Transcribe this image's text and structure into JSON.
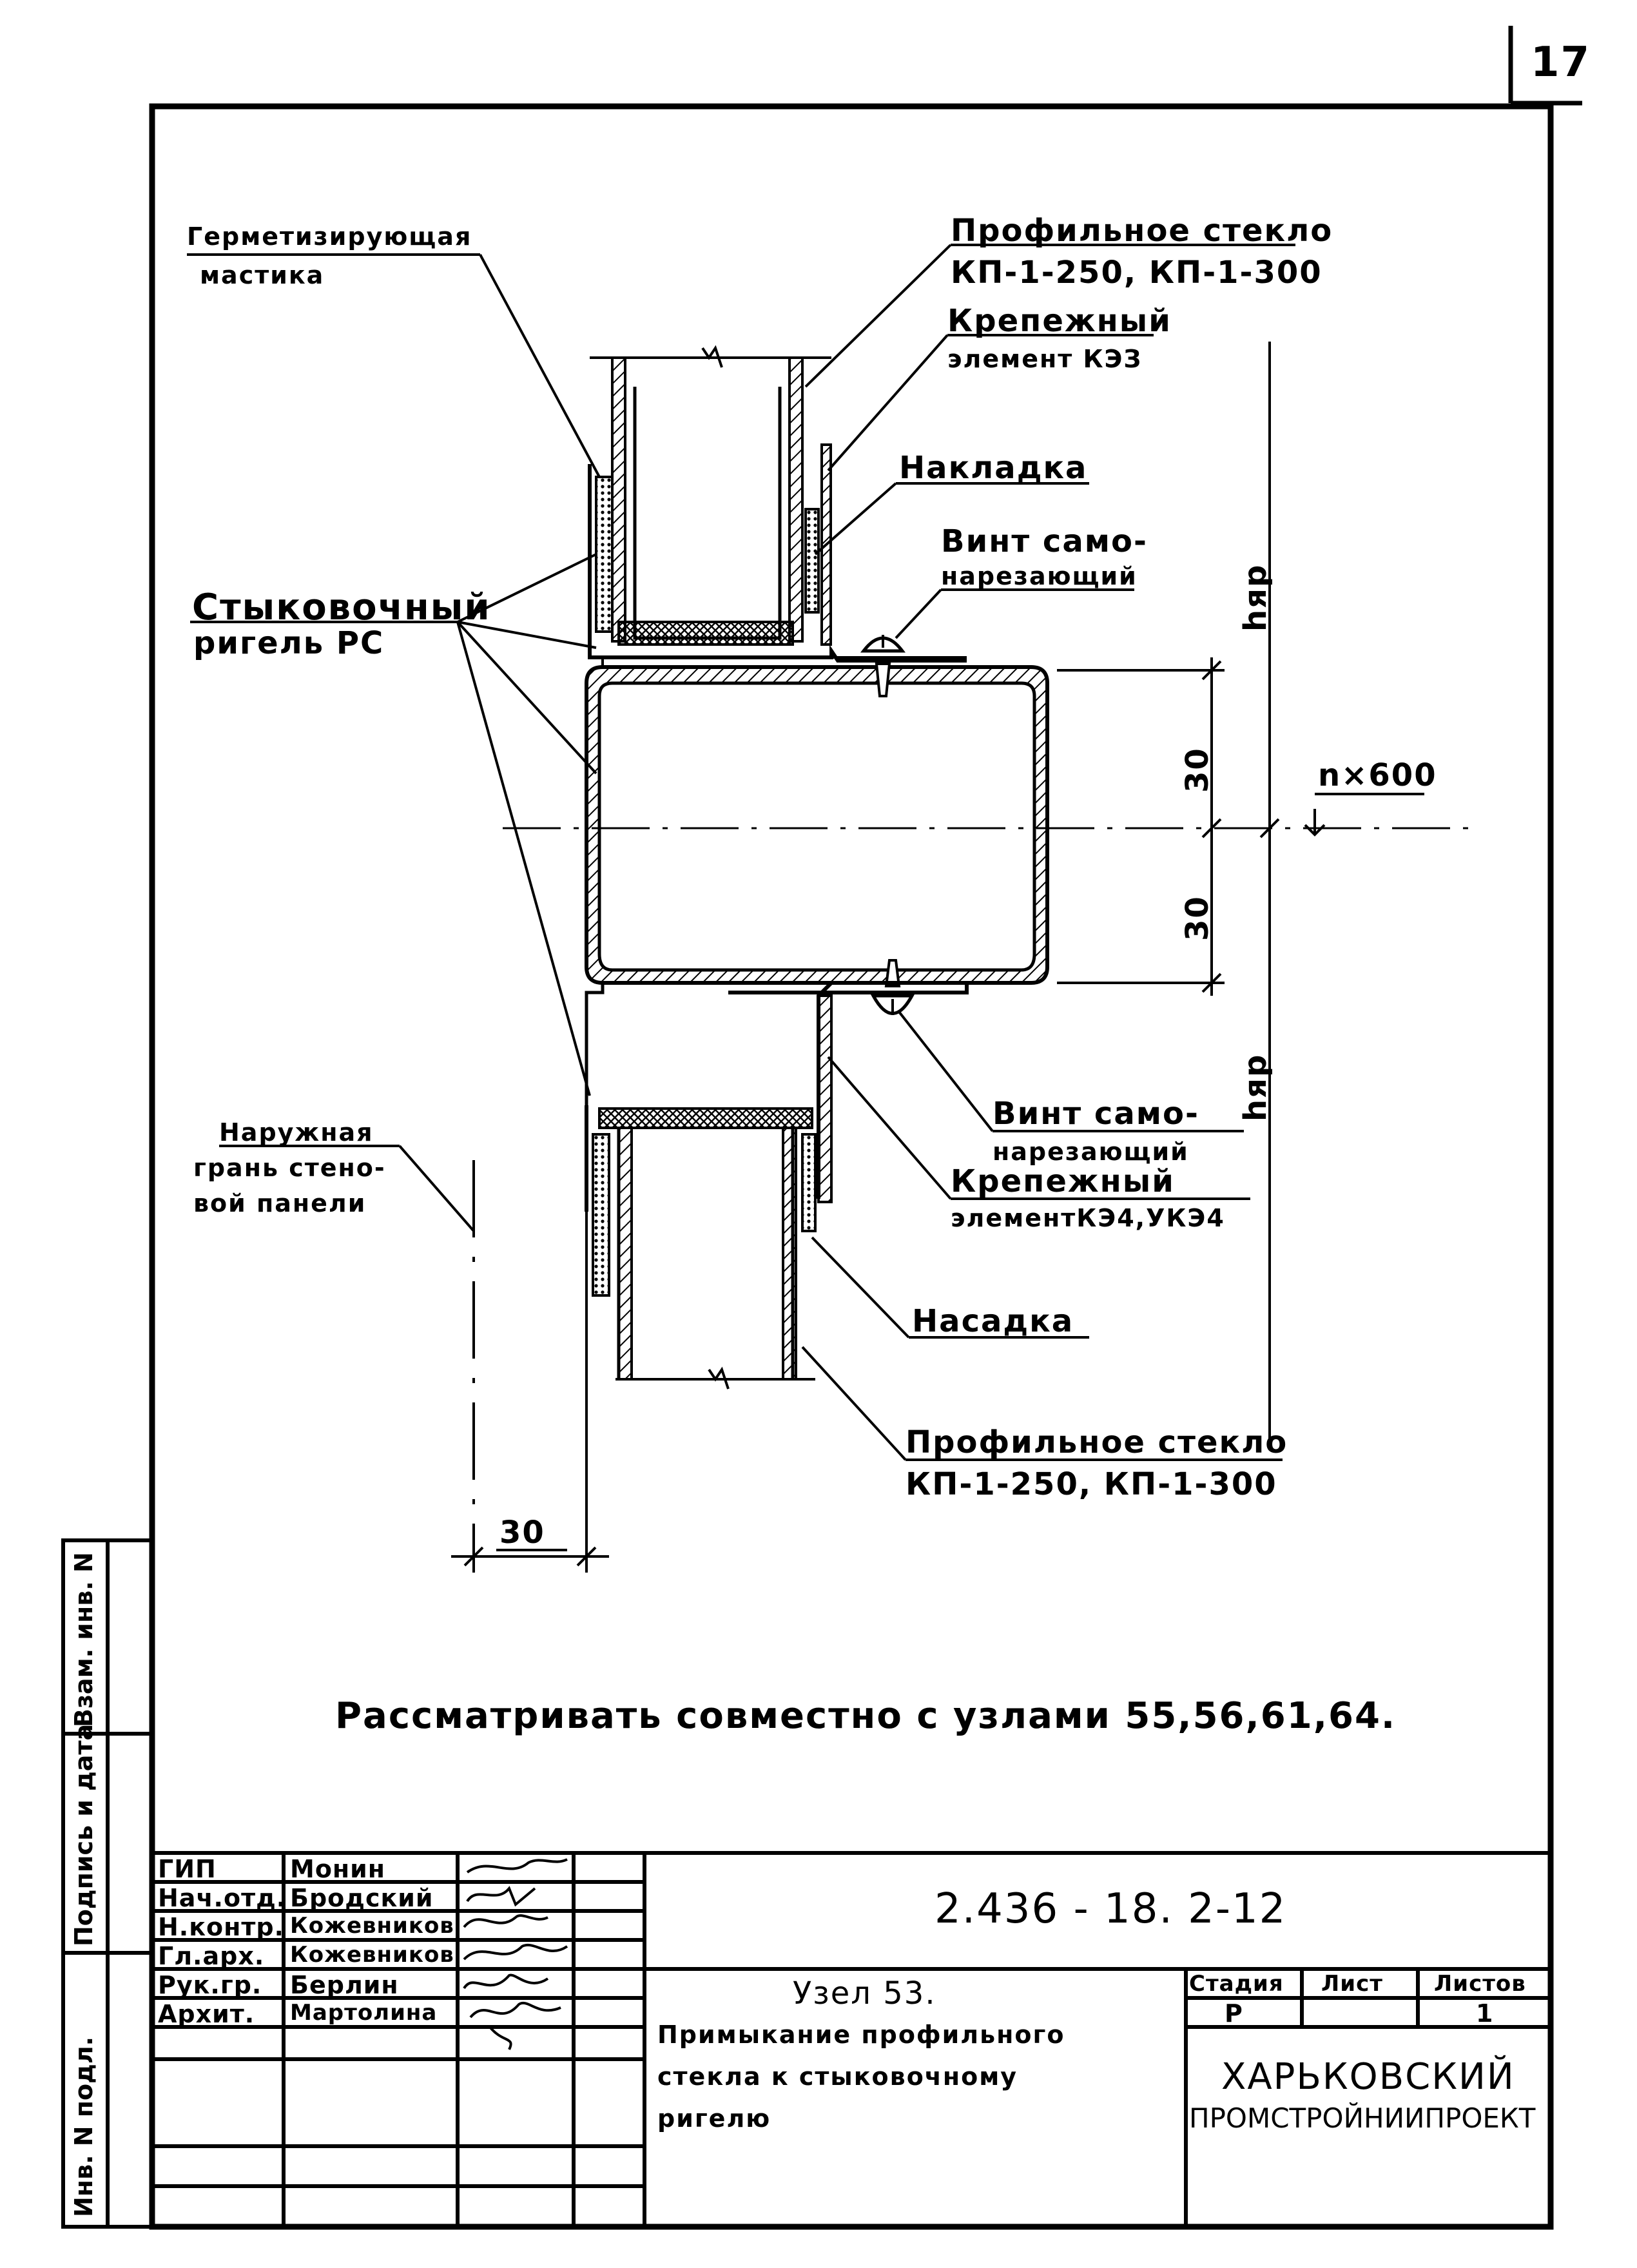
{
  "sheet_number": "17",
  "labels": {
    "sealant": [
      "Герметизирующая",
      "мастика"
    ],
    "glass_top": [
      "Профильное стекло",
      "КП-1-250, КП-1-300"
    ],
    "fastener_top": [
      "Крепежный",
      "элемент КЭЗ"
    ],
    "overlay": "Накладка",
    "screw_top": [
      "Винт само-",
      "нарезающий"
    ],
    "crossbar": [
      "Стыковочный",
      "ригель РС"
    ],
    "outer_face": [
      "Наружная",
      "грань стено-",
      "вой панели"
    ],
    "screw_bottom": [
      "Винт само-",
      "нарезающий"
    ],
    "fastener_bottom": [
      "Крепежный",
      "элементКЭ4,УКЭ4"
    ],
    "nozzle": "Насадка",
    "glass_bottom": [
      "Профильное стекло",
      "КП-1-250, КП-1-300"
    ]
  },
  "dimensions": {
    "upper": "30",
    "lower": "30",
    "bottom": "30",
    "h_top": "hяр",
    "h_bottom": "hяр",
    "pitch": "n×600"
  },
  "note": "Рассматривать совместно с узлами 55,56,61,64.",
  "side_stamp": {
    "col1": "Инв. N подл.",
    "col2": "Подпись и дата",
    "col3": "Взам. инв. N"
  },
  "title_block": {
    "roles": [
      "ГИП",
      "Нач.отд.",
      "Н.контр.",
      "Гл.арх.",
      "Рук.гр.",
      "Архит."
    ],
    "names": [
      "Монин",
      "Бродский",
      "Кожевников",
      "Кожевников",
      "Берлин",
      "Мартолина"
    ],
    "doc_code": "2.436 - 18. 2-12",
    "title": [
      "Узел 53.",
      "Примыкание профильного",
      "стекла к стыковочному",
      "ригелю"
    ],
    "stage_header": "Стадия",
    "sheet_header": "Лист",
    "sheets_header": "Листов",
    "stage": "Р",
    "sheets": "1",
    "org": [
      "ХАРЬКОВСКИЙ",
      "ПРОМСТРОЙНИИПРОЕКТ"
    ]
  }
}
